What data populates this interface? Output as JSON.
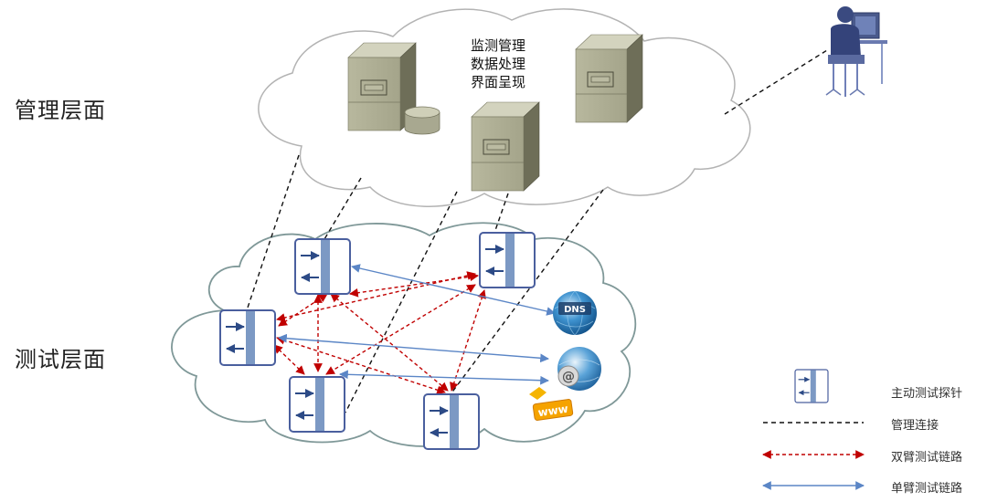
{
  "layers": {
    "management": "管理层面",
    "test": "测试层面"
  },
  "cloud_text": [
    "监测管理",
    "数据处理",
    "界面呈现"
  ],
  "services": {
    "dns_label": "DNS",
    "www_label": "www"
  },
  "legend": {
    "probe": "主动测试探针",
    "mgmt_link": "管理连接",
    "dual_arm": "双臂测试链路",
    "single_arm": "单臂测试链路"
  },
  "colors": {
    "probe_border": "#4a5f9e",
    "probe_bar": "#7c99c4",
    "dual_arm": "#c00000",
    "single_arm": "#5b86c6",
    "mgmt_link": "#111111",
    "cloud_stroke": "#b3b3b3",
    "test_cloud_stroke": "#7f9898"
  }
}
